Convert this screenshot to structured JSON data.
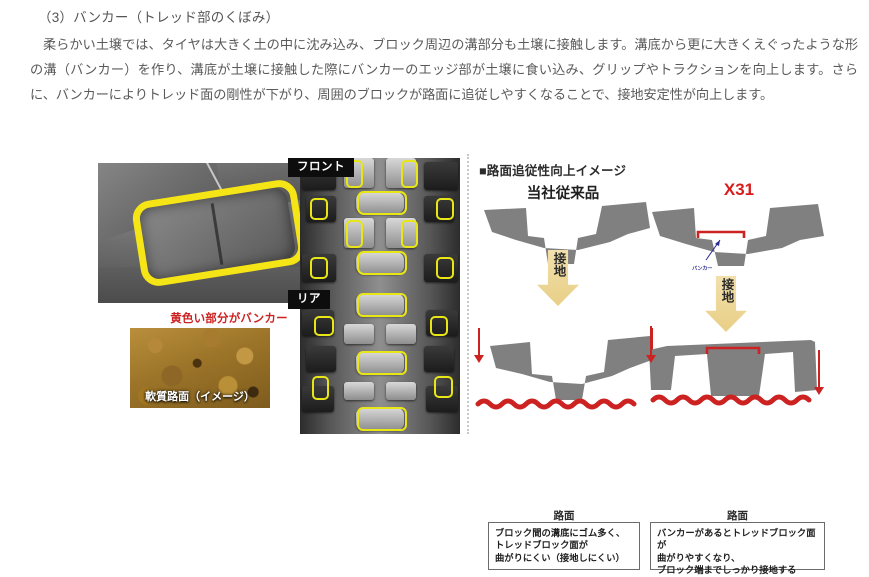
{
  "document": {
    "heading": "（3）バンカー（トレッド部のくぼみ）",
    "paragraph": "柔らかい土壌では、タイヤは大きく土の中に沈み込み、ブロック周辺の溝部分も土壌に接触します。溝底から更に大きくえぐったような形の溝（バンカー）を作り、溝底が土壌に接触した際にバンカーのエッジ部が土壌に食い込み、グリップやトラクションを向上します。さらに、バンカーによりトレッド面の剛性が下がり、周囲のブロックが路面に追従しやすくなることで、接地安定性が向上します。"
  },
  "photos": {
    "mold_caption": "黄色い部分がバンカー",
    "soil_label": "軟質路面（イメージ）",
    "front_badge": "フロント",
    "rear_badge": "リア"
  },
  "diagram": {
    "title": "■路面追従性向上イメージ",
    "columns": [
      {
        "id": "conventional",
        "title": "当社従来品",
        "contact_arrow_label": "接地",
        "road_label": "路面",
        "caption": "ブロック間の溝底にゴム多く、\nトレッドブロック面が\n曲がりにくい（接地しにくい）",
        "caption_lines": [
          "ブロック間の溝底にゴム多く、",
          "トレッドブロック面が",
          "曲がりにくい（接地しにくい）"
        ]
      },
      {
        "id": "x31",
        "title": "X31",
        "contact_arrow_label": "接地",
        "road_label": "路面",
        "bunker_annotation": "バンカー",
        "caption": "バンカーがあるとトレッドブロック面が\n曲がりやすくなり、\nブロック端までしっかり接地する",
        "caption_lines": [
          "バンカーがあるとトレッドブロック面が",
          "曲がりやすくなり、",
          "ブロック端までしっかり接地する"
        ]
      }
    ]
  },
  "colors": {
    "bunker_yellow": "#f5e516",
    "accent_red": "#cc2222",
    "x31_red": "#d81c1c",
    "tread_gray": "#808080",
    "arrow_cream": "#ecd99a",
    "text_gray": "#5a5a5a",
    "divider_gray": "#c9c9c9"
  }
}
